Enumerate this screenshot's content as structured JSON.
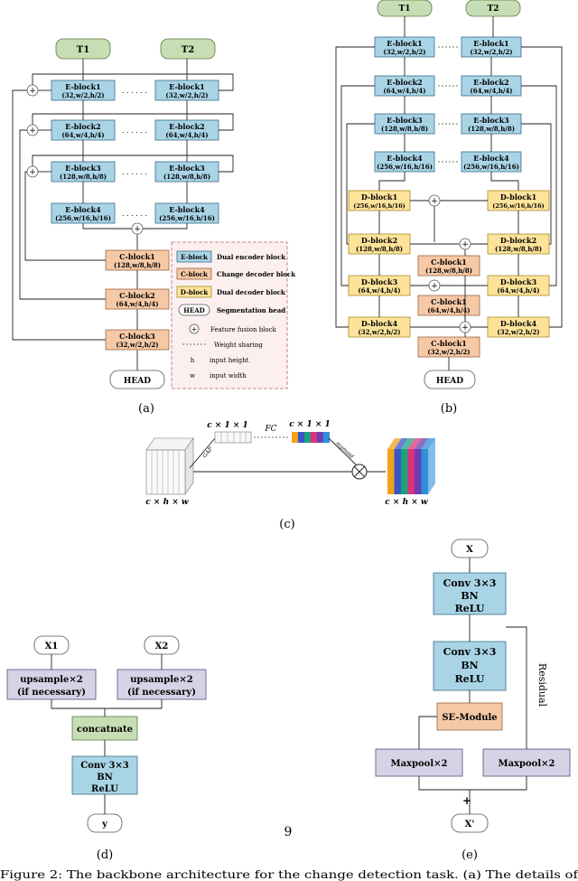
{
  "panel_a": {
    "caption": "(a)",
    "t1": "T1",
    "t2": "T2",
    "ellipsis": ". . . . . .",
    "eblocks": [
      {
        "name": "E-block1",
        "dims": "(32,w/2,h/2)"
      },
      {
        "name": "E-block2",
        "dims": "(64,w/4,h/4)"
      },
      {
        "name": "E-block3",
        "dims": "(128,w/8,h/8)"
      },
      {
        "name": "E-block4",
        "dims": "(256,w/16,h/16)"
      }
    ],
    "cblocks": [
      {
        "name": "C-block1",
        "dims": "(128,w/8,h/8)"
      },
      {
        "name": "C-block2",
        "dims": "(64,w/4,h/4)"
      },
      {
        "name": "C-block3",
        "dims": "(32,w/2,h/2)"
      }
    ],
    "head": "HEAD"
  },
  "legend": {
    "eblock_tag": "E-block",
    "eblock_text": "Dual encoder block",
    "cblock_tag": "C-block",
    "cblock_text": "Change decoder block",
    "dblock_tag": "D-block",
    "dblock_text": "Dual decoder block",
    "head_tag": "HEAD",
    "head_text": "Segmentation head",
    "fusion_text": "Feature fusion block",
    "sharing_text": "Weight sharing",
    "h_key": "h",
    "h_text": "input height",
    "w_key": "w",
    "w_text": "input width"
  },
  "panel_b": {
    "caption": "(b)",
    "t1": "T1",
    "t2": "T2",
    "eblocks": [
      {
        "name": "E-block1",
        "dims": "(32,w/2,h/2)"
      },
      {
        "name": "E-block2",
        "dims": "(64,w/4,h/4)"
      },
      {
        "name": "E-block3",
        "dims": "(128,w/8,h/8)"
      },
      {
        "name": "E-block4",
        "dims": "(256,w/16,h/16)"
      }
    ],
    "dblocks": [
      {
        "name": "D-block1",
        "dims": "(256,w/16,h/16)"
      },
      {
        "name": "D-block2",
        "dims": "(128,w/8,h/8)"
      },
      {
        "name": "D-block3",
        "dims": "(64,w/4,h/4)"
      },
      {
        "name": "D-block4",
        "dims": "(32,w/2,h/2)"
      }
    ],
    "cblocks": [
      {
        "name": "C-block1",
        "dims": "(128,w/8,h/8)"
      },
      {
        "name": "C-block1",
        "dims": "(64,w/4,h/4)"
      },
      {
        "name": "C-block1",
        "dims": "(32,w/2,h/2)"
      }
    ],
    "head": "HEAD"
  },
  "panel_c": {
    "caption": "(c)",
    "input_label": "c × h × w",
    "vec1_label": "c × 1 × 1",
    "vec2_label": "c × 1 × 1",
    "gap_label": "GAP",
    "fc_label": "FC",
    "sigmoid_label": "sigmoid",
    "output_label": "c × h × w",
    "stripe_colors": [
      "#f2a31b",
      "#3a55c8",
      "#1aa37a",
      "#e0307c",
      "#6a3fb0",
      "#2f8fd8"
    ]
  },
  "panel_d": {
    "caption": "(d)",
    "x1": "X1",
    "x2": "X2",
    "up_line1": "upsample×2",
    "up_line2": "(if necessary)",
    "concat": "concatnate",
    "conv": "Conv 3×3",
    "bn": "BN",
    "relu": "ReLU",
    "y": "y"
  },
  "page_number": "9",
  "panel_e": {
    "caption": "(e)",
    "x": "X",
    "conv": "Conv 3×3",
    "bn": "BN",
    "relu": "ReLU",
    "se": "SE-Module",
    "maxpool": "Maxpool×2",
    "residual": "Residual",
    "plus": "+",
    "out": "X'"
  },
  "figure_caption": "Figure 2: The backbone architecture for the change detection task. (a) The details of"
}
